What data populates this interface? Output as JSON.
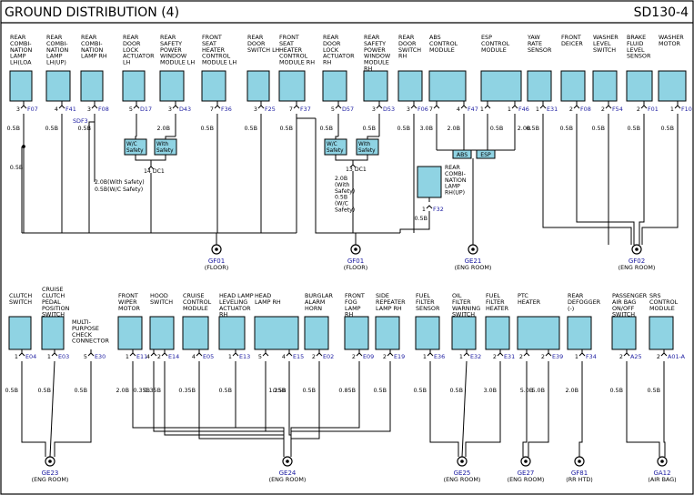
{
  "header": {
    "title": "GROUND DISTRIBUTION (4)",
    "code": "SD130-4"
  },
  "colors": {
    "box": "#8fd3e3",
    "line": "#000000",
    "pin": "#1a1aa0",
    "frame": "#000000"
  },
  "top": {
    "components": [
      {
        "lines": [
          "REAR",
          "COMBI-",
          "NATION",
          "LAMP",
          "LH(LOA"
        ],
        "pin": "3",
        "conn": "F07",
        "wire": "0.5B"
      },
      {
        "lines": [
          "REAR",
          "COMBI-",
          "NATION",
          "LAMP",
          "LH(UP)"
        ],
        "pin": "4",
        "conn": "F41",
        "wire": "0.5B"
      },
      {
        "lines": [
          "REAR",
          "COMBI-",
          "NATION",
          "LAMP RH"
        ],
        "pin": "3",
        "conn": "F08",
        "wire": "0.5B"
      },
      {
        "lines": [
          "REAR",
          "DOOR",
          "LOCK",
          "ACTUATOR",
          "LH"
        ],
        "pin": "5",
        "conn": "D17",
        "wire": ""
      },
      {
        "lines": [
          "REAR",
          "SAFETY",
          "POWER",
          "WINDOW",
          "MODULE LH"
        ],
        "pin": "3",
        "conn": "D43",
        "wire": "2.0B"
      },
      {
        "lines": [
          "FRONT",
          "SEAT",
          "HEATER",
          "CONTROL",
          "MODULE LH"
        ],
        "pin": "7",
        "conn": "F36",
        "wire": "0.5B"
      },
      {
        "lines": [
          "REAR",
          "DOOR",
          "SWITCH LH"
        ],
        "pin": "3",
        "conn": "F25",
        "wire": "0.5B"
      },
      {
        "lines": [
          "FRONT",
          "SEAT",
          "HEATER",
          "CONTROL",
          "MODULE RH"
        ],
        "pin": "7",
        "conn": "F37",
        "wire": "0.5B"
      },
      {
        "lines": [
          "REAR",
          "DOOR",
          "LOCK",
          "ACTUATOR",
          "RH"
        ],
        "pin": "5",
        "conn": "D57",
        "wire": "0.5B"
      },
      {
        "lines": [
          "REAR",
          "SAFETY",
          "POWER",
          "WINDOW",
          "MODULE",
          "RH"
        ],
        "pin": "3",
        "conn": "D53",
        "wire": "0.5B"
      },
      {
        "lines": [
          "REAR",
          "DOOR",
          "SWITCH",
          "RH"
        ],
        "pin": "3",
        "conn": "F06",
        "wire": "0.5B"
      },
      {
        "lines": [
          "ABS",
          "CONTROL",
          "MODULE"
        ],
        "pin": "7",
        "conn": "F47",
        "wire": "3.0B"
      },
      {
        "lines": [
          "ESP",
          "CONTROL",
          "MODULE"
        ],
        "pin": "1",
        "conn": "F46",
        "wire": "2.0B"
      },
      {
        "lines": [
          "YAW",
          "RATE",
          "SENSOR"
        ],
        "pin": "1",
        "conn": "E31",
        "wire": "0.5B"
      },
      {
        "lines": [
          "FRONT",
          "DEICER"
        ],
        "pin": "2",
        "conn": "F08",
        "wire": "0.5B"
      },
      {
        "lines": [
          "WASHER",
          "LEVEL",
          "SWITCH"
        ],
        "pin": "2",
        "conn": "F54",
        "wire": "0.5B"
      },
      {
        "lines": [
          "BRAKE",
          "FLUID",
          "LEVEL",
          "SENSOR"
        ],
        "pin": "2",
        "conn": "F01",
        "wire": "0.5B"
      },
      {
        "lines": [
          "WASHER",
          "MOTOR"
        ],
        "pin": "1",
        "conn": "F10",
        "wire": "0.5B"
      }
    ],
    "extra_pins": [
      "4",
      "1",
      "2",
      "2",
      "2",
      "2"
    ],
    "sub_wires": [
      "0.5B",
      "2.0B",
      "0.5B",
      "2.0B"
    ],
    "extra_wire": "0.5B",
    "joint_label": "SDF3",
    "notes": {
      "wc_safety_left": [
        "W/C",
        "Safety"
      ],
      "with_safety_left": [
        "With",
        "Safety"
      ],
      "wc_safety_right": [
        "W/C",
        "Safety"
      ],
      "with_safety_right": [
        "With",
        "Safety"
      ],
      "left_conn": "14  DC1",
      "left_wire": [
        "2.0B(With Safety)",
        "0.5B(W/C Safety)"
      ],
      "right_conn": "13  DC1",
      "right_wire": [
        "2.0B",
        "(With",
        "Safety)",
        "0.5B",
        "(W/C",
        "Safety)"
      ],
      "abs_label": "ABS",
      "esp_label": "ESP"
    },
    "hmsl": {
      "lines": [
        "REAR",
        "COMBI-",
        "NATION",
        "LAMP",
        "RH(UP)"
      ],
      "pin": "1",
      "conn": "F32",
      "wire": "0.5B"
    },
    "grounds": [
      {
        "id": "GF01",
        "loc": "(FLOOR)"
      },
      {
        "id": "GF01",
        "loc": "(FLOOR)"
      },
      {
        "id": "GE21",
        "loc": "(ENG ROOM)"
      },
      {
        "id": "GF02",
        "loc": "(ENG ROOM)"
      }
    ]
  },
  "bottom": {
    "components": [
      {
        "lines": [
          "CLUTCH",
          "SWITCH"
        ],
        "pin": "1",
        "conn": "E04",
        "wire": "0.5B"
      },
      {
        "lines": [
          "CRUISE",
          "CLUTCH",
          "PEDAL",
          "POSITION",
          "SWITCH"
        ],
        "pin": "1",
        "conn": "E03",
        "wire": "0.5B"
      },
      {
        "lines": [
          "MULTI-",
          "PURPOSE",
          "CHECK",
          "CONNECTOR"
        ],
        "pin": "5",
        "conn": "E30",
        "wire": "0.5B"
      },
      {
        "lines": [
          "FRONT",
          "WIPER",
          "MOTOR"
        ],
        "pin": "1",
        "conn": "E11",
        "wire": "2.0B"
      },
      {
        "lines": [
          "HOOD",
          "SWITCH"
        ],
        "pin": "2",
        "conn": "E14",
        "wire": "0.35B"
      },
      {
        "lines": [
          "CRUISE",
          "CONTROL",
          "MODULE"
        ],
        "pin": "4",
        "conn": "E05",
        "wire": "0.35B"
      },
      {
        "lines": [
          "HEAD LAMP",
          "LEVELING",
          "ACTUATOR",
          "RH"
        ],
        "pin": "1",
        "conn": "E13",
        "wire": "0.5B"
      },
      {
        "lines": [
          "HEAD",
          "LAMP RH"
        ],
        "pin": "4",
        "conn": "E15",
        "wire": "1.25B"
      },
      {
        "lines": [
          "BURGLAR",
          "ALARM",
          "HORN"
        ],
        "pin": "2",
        "conn": "E02",
        "wire": "0.5B"
      },
      {
        "lines": [
          "FRONT",
          "FOG",
          "LAMP",
          "RH"
        ],
        "pin": "2",
        "conn": "E09",
        "wire": "0.85B"
      },
      {
        "lines": [
          "SIDE",
          "REPEATER",
          "LAMP RH"
        ],
        "pin": "2",
        "conn": "E19",
        "wire": "0.5B"
      },
      {
        "lines": [
          "FUEL",
          "FILTER",
          "SENSOR"
        ],
        "pin": "1",
        "conn": "E36",
        "wire": "0.5B"
      },
      {
        "lines": [
          "OIL",
          "FILTER",
          "WARNING",
          "SWITCH"
        ],
        "pin": "1",
        "conn": "E32",
        "wire": "0.5B"
      },
      {
        "lines": [
          "FUEL",
          "FILTER",
          "HEATER"
        ],
        "pin": "2",
        "conn": "E31",
        "wire": "3.0B"
      },
      {
        "lines": [
          "PTC",
          "HEATER"
        ],
        "pin": "2",
        "conn": "E39",
        "wire": "5.0B"
      },
      {
        "lines": [
          "REAR",
          "DEFOGGER",
          "(-)"
        ],
        "pin": "1",
        "conn": "F34",
        "wire": "2.0B"
      },
      {
        "lines": [
          "PASSENGER",
          "AIR BAG",
          "ON/OFF",
          "SWITCH"
        ],
        "pin": "2",
        "conn": "A25",
        "wire": "0.5B"
      },
      {
        "lines": [
          "SRS",
          "CONTROL",
          "MODULE"
        ],
        "pin": "2",
        "conn": "A01-A",
        "wire": "0.5B"
      }
    ],
    "extra_pins": [
      "5",
      "4",
      "2"
    ],
    "extra_wires": [
      "0.5B",
      "0.35B",
      "5.0B"
    ],
    "grounds": [
      {
        "id": "GE23",
        "loc": "(ENG ROOM)"
      },
      {
        "id": "GE24",
        "loc": "(ENG ROOM)"
      },
      {
        "id": "GE25",
        "loc": "(ENG ROOM)"
      },
      {
        "id": "GE27",
        "loc": "(ENG ROOM)"
      },
      {
        "id": "GF81",
        "loc": "(RR HTD)"
      },
      {
        "id": "GA12",
        "loc": "(AIR BAG)"
      }
    ]
  }
}
